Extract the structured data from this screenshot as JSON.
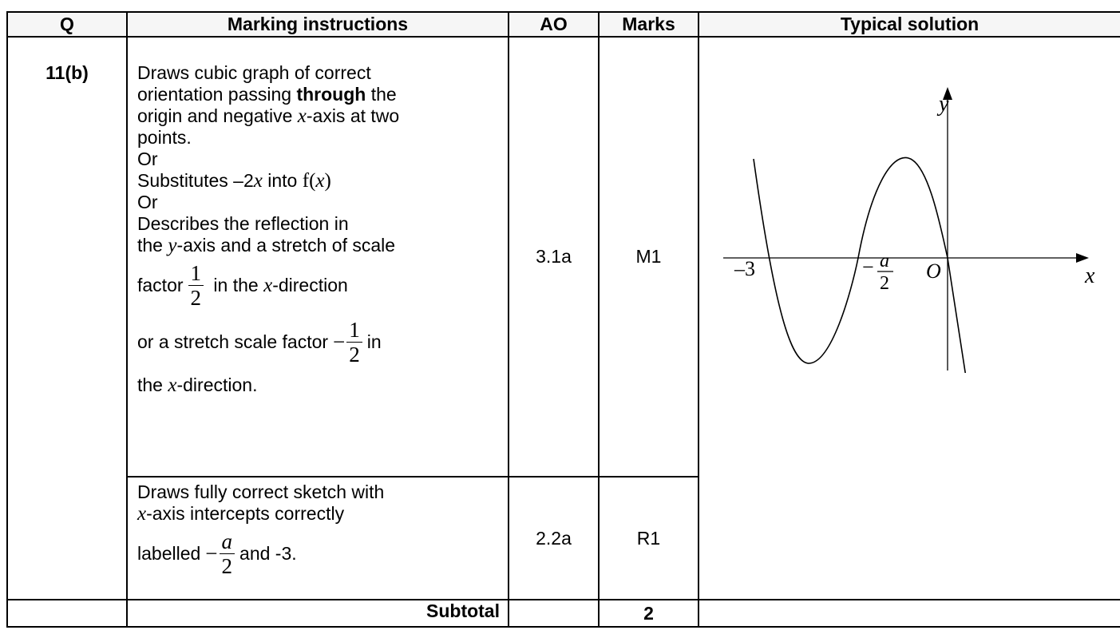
{
  "headers": {
    "q": "Q",
    "instructions": "Marking instructions",
    "ao": "AO",
    "marks": "Marks",
    "solution": "Typical solution"
  },
  "question": "11(b)",
  "row1": {
    "l1": "Draws cubic graph of correct",
    "l2a": "orientation passing ",
    "l2b": "through",
    "l2c": " the",
    "l3a": "origin and negative ",
    "l3b": "x",
    "l3c": "-axis at two",
    "l4": "points.",
    "l5": "Or",
    "l6a": "Substitutes –2",
    "l6b": "x",
    "l6c": " into ",
    "l6d": "f(",
    "l6e": "x",
    "l6f": ")",
    "l7": "Or",
    "l8": "Describes the reflection in",
    "l9a": "the ",
    "l9b": "y",
    "l9c": "-axis and a stretch of scale",
    "l10a": "factor",
    "l10num": "1",
    "l10den": "2",
    "l10b": "in the ",
    "l10c": "x",
    "l10d": "-direction",
    "l11a": "or a stretch scale factor",
    "l11minus": "−",
    "l11num": "1",
    "l11den": "2",
    "l11b": "in",
    "l12a": "the ",
    "l12b": "x",
    "l12c": "-direction.",
    "ao": "3.1a",
    "marks": "M1"
  },
  "row2": {
    "l1": "Draws fully correct sketch with",
    "l2a": "x",
    "l2b": "-axis intercepts correctly",
    "l3a": "labelled",
    "l3minus": "−",
    "l3num": "a",
    "l3den": "2",
    "l3b": "and -3.",
    "ao": "2.2a",
    "marks": "R1"
  },
  "subtotal": {
    "label": "Subtotal",
    "marks": "2"
  },
  "graph": {
    "y_label": "y",
    "x_label": "x",
    "origin_label": "O",
    "intercept_left": "–3",
    "intercept_mid_minus": "−",
    "intercept_mid_num": "a",
    "intercept_mid_den": "2"
  }
}
